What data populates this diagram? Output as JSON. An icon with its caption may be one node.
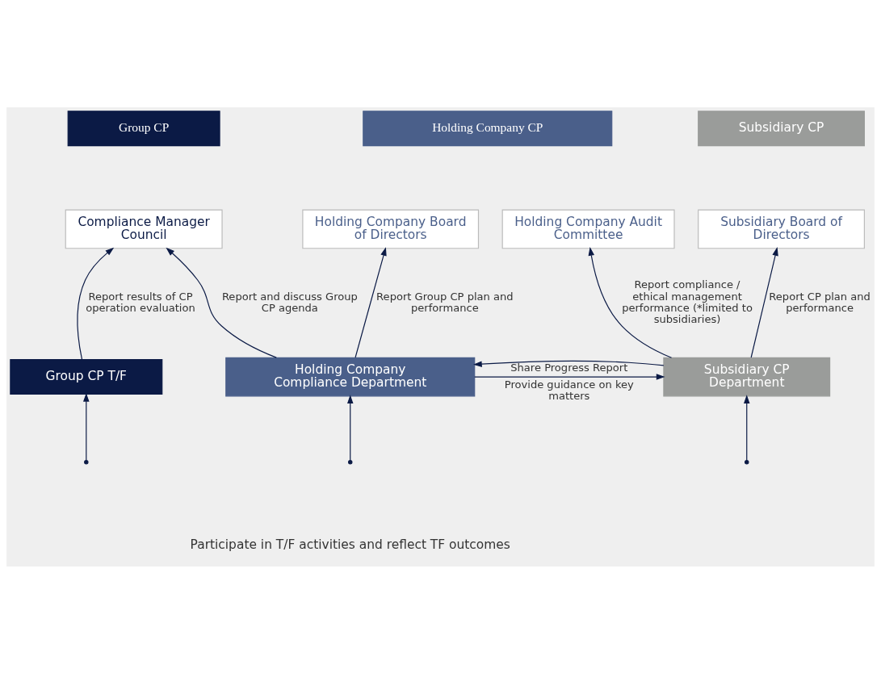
{
  "diagram": {
    "nodes": [
      {
        "text": [
          "Group CP"
        ]
      },
      {
        "text": [
          "Compliance Manager Council"
        ]
      },
      {
        "text": [
          "Holding Company CP"
        ]
      },
      {
        "text": [
          "Holding Company Board of Directors"
        ]
      },
      {
        "text": [
          "Holding Company Audit Committee"
        ]
      },
      {
        "text": [
          "Subsidiary CP"
        ]
      },
      {
        "text": [
          "Subsidiary Board of Directors"
        ]
      },
      {
        "text": [
          "Group CP T/F"
        ]
      },
      {
        "text": [
          "Holding Company Compliance Department"
        ]
      },
      {
        "text": [
          "Subsidiary CP Department"
        ]
      }
    ],
    "edges": [
      {
        "from": 7,
        "to": 1,
        "arrow": "to",
        "label": "Report results of CP operation evaluation"
      },
      {
        "from": 8,
        "to": 1,
        "arrow": "to",
        "label": "Report and discuss Group CP agenda"
      },
      {
        "from": 8,
        "to": 3,
        "arrow": "to",
        "label": "Report Group CP plan and performance"
      },
      {
        "from": 9,
        "to": 4,
        "arrow": "to",
        "label": "Report compliance / ethical management performance (*limited to subsidiaries)"
      },
      {
        "from": 9,
        "to": 6,
        "arrow": "to",
        "label": "Report CP plan and performance"
      },
      {
        "from": 9,
        "to": 8,
        "arrow": "to",
        "label": "Share Progress Report"
      },
      {
        "from": 8,
        "to": 9,
        "arrow": "to",
        "label": "Provide guidance on key matters"
      },
      {
        "from": null,
        "to": 7,
        "arrow": "to"
      },
      {
        "from": null,
        "to": 8,
        "arrow": "to"
      },
      {
        "from": null,
        "to": 9,
        "arrow": "to"
      }
    ],
    "labels": [
      "Participate in T/F activities and reflect TF outcomes"
    ]
  }
}
